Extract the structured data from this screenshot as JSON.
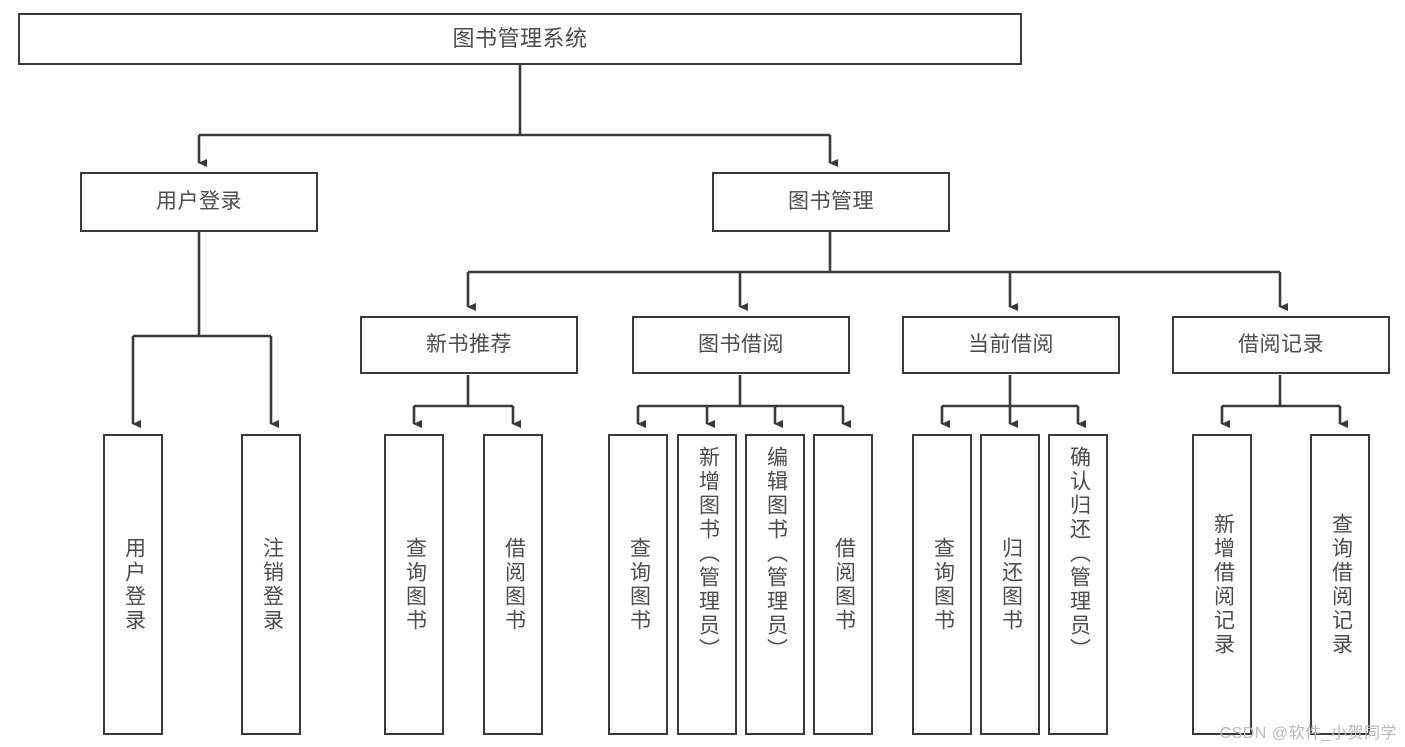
{
  "diagram": {
    "title": "图书管理系统",
    "watermark": "CSDN @软件_小贺同学",
    "colors": {
      "border": "#3a3a3a",
      "text": "#4d4d4d",
      "background": "#ffffff",
      "watermark": "#b9b9b9"
    },
    "nodes": {
      "root": {
        "label": "图书管理系统"
      },
      "level1": [
        {
          "label": "用户登录"
        },
        {
          "label": "图书管理"
        }
      ],
      "level2": [
        {
          "label": "新书推荐"
        },
        {
          "label": "图书借阅"
        },
        {
          "label": "当前借阅"
        },
        {
          "label": "借阅记录"
        }
      ],
      "leaves": {
        "user_login": [
          {
            "label": "用户登录"
          },
          {
            "label": "注销登录"
          }
        ],
        "new_book": [
          {
            "label": "查询图书"
          },
          {
            "label": "借阅图书"
          }
        ],
        "book_borrow": [
          {
            "label": "查询图书"
          },
          {
            "label": "新增图书（管理员）"
          },
          {
            "label": "编辑图书（管理员）"
          },
          {
            "label": "借阅图书"
          }
        ],
        "current_borrow": [
          {
            "label": "查询图书"
          },
          {
            "label": "归还图书"
          },
          {
            "label": "确认归还（管理员）"
          }
        ],
        "borrow_record": [
          {
            "label": "新增借阅记录"
          },
          {
            "label": "查询借阅记录"
          }
        ]
      }
    }
  }
}
